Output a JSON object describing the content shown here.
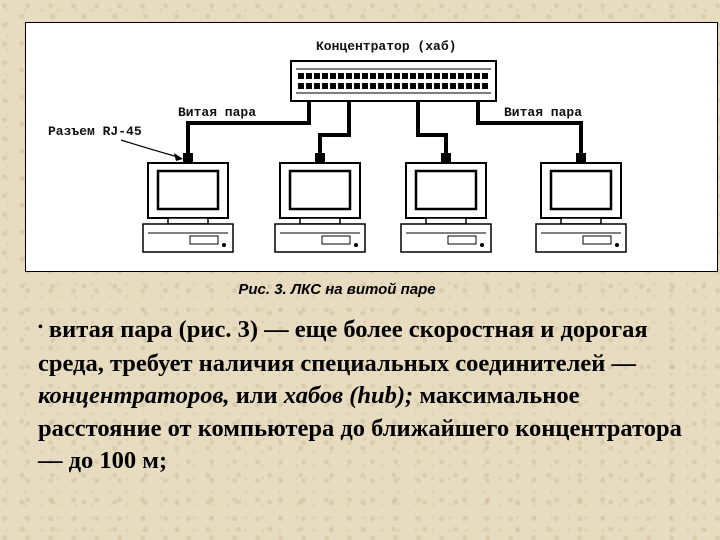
{
  "figure": {
    "hub_label": "Концентратор (хаб)",
    "twisted_pair_left": "Витая пара",
    "twisted_pair_right": "Витая пара",
    "connector_label": "Разъем RJ-45"
  },
  "caption": "Рис. 3. ЛКС на витой паре",
  "body": {
    "bullet": "•",
    "p1": "витая пара (рис. 3) — еще более скоростная и дорогая среда, требует наличия специальных соединителей — ",
    "p2_italic": "концентраторов,",
    "p3": " или ",
    "p4_italic": "хабов (hub);",
    "p5": " максимальное расстояние от компьютера до ближайшего концентратора — до 100 м;"
  }
}
